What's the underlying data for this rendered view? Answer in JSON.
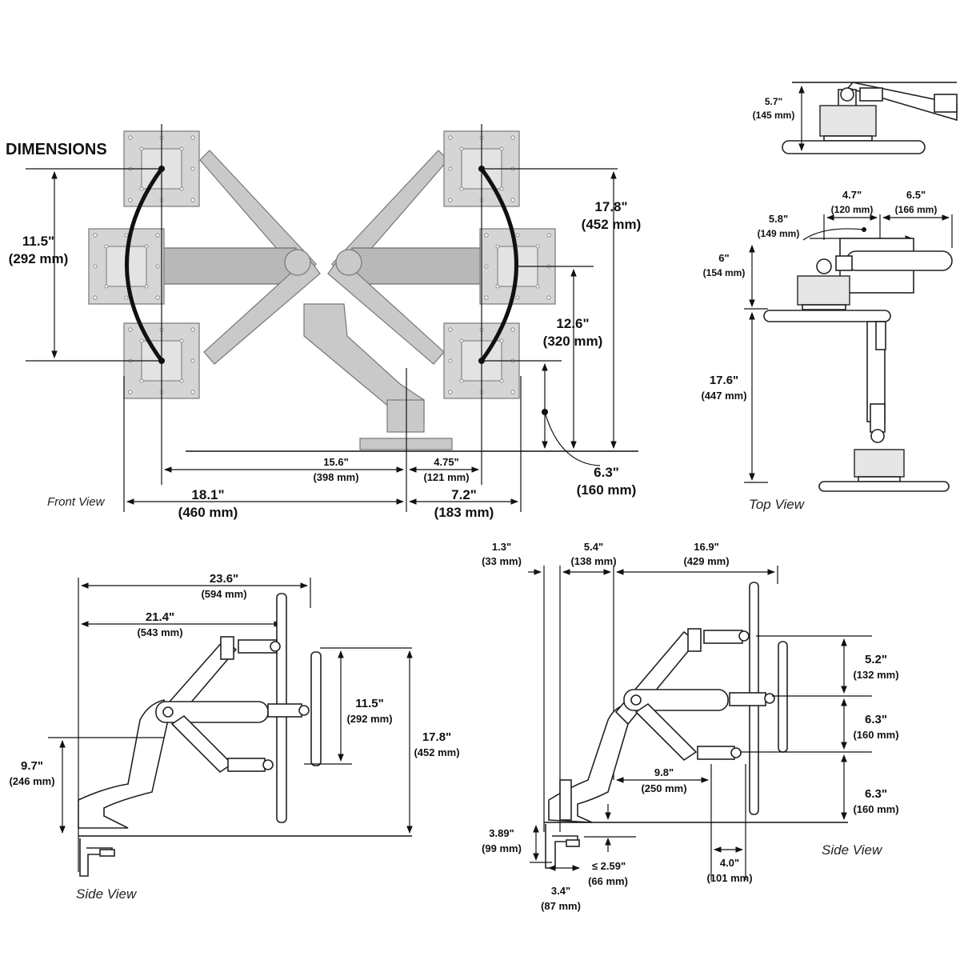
{
  "title": "DIMENSIONS",
  "views": {
    "front": "Front View",
    "top": "Top View",
    "side_left": "Side View",
    "side_right": "Side View"
  },
  "front_dims": {
    "d1": {
      "in": "11.5\"",
      "mm": "(292 mm)"
    },
    "d2": {
      "in": "17.8\"",
      "mm": "(452 mm)"
    },
    "d3": {
      "in": "12.6\"",
      "mm": "(320 mm)"
    },
    "d4": {
      "in": "6.3\"",
      "mm": "(160 mm)"
    },
    "d5": {
      "in": "15.6\"",
      "mm": "(398 mm)"
    },
    "d6": {
      "in": "4.75\"",
      "mm": "(121 mm)"
    },
    "d7": {
      "in": "18.1\"",
      "mm": "(460 mm)"
    },
    "d8": {
      "in": "7.2\"",
      "mm": "(183 mm)"
    }
  },
  "top_dims": {
    "d1": {
      "in": "5.7\"",
      "mm": "(145 mm)"
    },
    "d2": {
      "in": "4.7\"",
      "mm": "(120 mm)"
    },
    "d3": {
      "in": "6.5\"",
      "mm": "(166 mm)"
    },
    "d4": {
      "in": "5.8\"",
      "mm": "(149 mm)"
    },
    "d5": {
      "in": "6\"",
      "mm": "(154 mm)"
    },
    "d6": {
      "in": "17.6\"",
      "mm": "(447 mm)"
    }
  },
  "side_left_dims": {
    "d1": {
      "in": "23.6\"",
      "mm": "(594 mm)"
    },
    "d2": {
      "in": "21.4\"",
      "mm": "(543 mm)"
    },
    "d3": {
      "in": "11.5\"",
      "mm": "(292 mm)"
    },
    "d4": {
      "in": "17.8\"",
      "mm": "(452 mm)"
    },
    "d5": {
      "in": "9.7\"",
      "mm": "(246 mm)"
    }
  },
  "side_right_dims": {
    "d1": {
      "in": "1.3\"",
      "mm": "(33 mm)"
    },
    "d2": {
      "in": "5.4\"",
      "mm": "(138 mm)"
    },
    "d3": {
      "in": "16.9\"",
      "mm": "(429 mm)"
    },
    "d4": {
      "in": "5.2\"",
      "mm": "(132 mm)"
    },
    "d5": {
      "in": "6.3\"",
      "mm": "(160 mm)"
    },
    "d6": {
      "in": "6.3\"",
      "mm": "(160 mm)"
    },
    "d7": {
      "in": "9.8\"",
      "mm": "(250 mm)"
    },
    "d8": {
      "in": "3.89\"",
      "mm": "(99 mm)"
    },
    "d9": {
      "in": "≤ 2.59\"",
      "mm": "(66 mm)"
    },
    "d10": {
      "in": "3.4\"",
      "mm": "(87 mm)"
    },
    "d11": {
      "in": "4.0\"",
      "mm": "(101 mm)"
    }
  }
}
